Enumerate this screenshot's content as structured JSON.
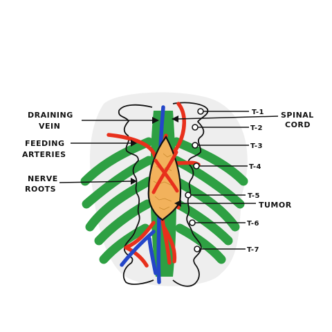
{
  "labels": {
    "draining_vein": [
      "DRAINING",
      "VEIN"
    ],
    "feeding_arteries": [
      "FEEDING",
      "ARTERIES"
    ],
    "nerve_roots": [
      "NERVE",
      "ROOTS"
    ],
    "spinal_cord": [
      "SPINAL",
      "CORD"
    ],
    "tumor": "TUMOR",
    "vertebrae": [
      "T-1",
      "T-2",
      "T-3",
      "T-4",
      "T-5",
      "T-6",
      "T-7"
    ]
  },
  "colors": {
    "nerve": "#2ea043",
    "artery": "#e8301c",
    "vein": "#2446c8",
    "tumor": "#f2b25c",
    "bone_outline": "#111111",
    "halo": "#eeeeee"
  }
}
